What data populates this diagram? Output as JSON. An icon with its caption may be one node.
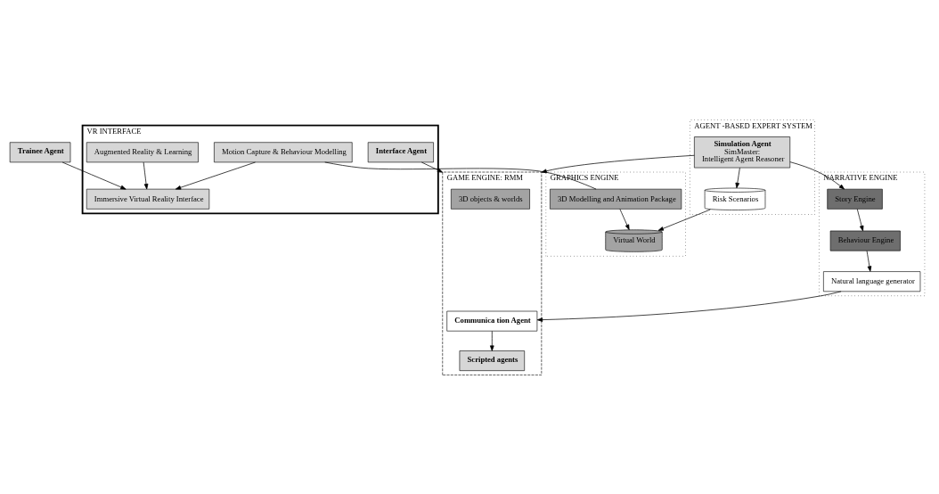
{
  "diagram": {
    "nodes": [
      {
        "text": [
          "GRAPHICS ENGINE"
        ]
      },
      {
        "text": [
          "Virtual World"
        ],
        "in": 0
      },
      {
        "text": [
          "3D Modelling and Animation Package"
        ],
        "in": 0
      },
      {
        "text": [
          "AGENT -BASED EXPERT SYSTEM"
        ]
      },
      {
        "text": [
          "Risk Scenarios"
        ],
        "in": 3
      },
      {
        "text": [
          "Simulation Agent",
          "SimMaster:",
          "Intelligent Agent Reasoner"
        ],
        "in": 3
      },
      {
        "text": [
          "NARRATIVE ENGINE"
        ]
      },
      {
        "text": [
          "Story Engine"
        ],
        "in": 6
      },
      {
        "text": [
          "Behaviour Engine"
        ],
        "in": 6
      },
      {
        "text": [
          "Natural language generator"
        ],
        "in": 6
      },
      {
        "text": [
          "GAME ENGINE: RMM"
        ]
      },
      {
        "text": [
          "3D objects & worlds"
        ],
        "in": 10
      },
      {
        "text": [
          "Scripted agents"
        ],
        "in": 10
      },
      {
        "text": [
          "Communica tion Agent"
        ],
        "in": 10
      },
      {
        "text": [
          "VR INTERFACE"
        ]
      },
      {
        "text": [
          "Motion Capture & Behaviour Modelling"
        ],
        "in": 14
      },
      {
        "text": [
          "Interface Agent"
        ],
        "in": 14
      },
      {
        "text": [
          "Immersive Virtual Reality Interface"
        ],
        "in": 14
      },
      {
        "text": [
          "Augmented Reality & Learning"
        ],
        "in": 14
      },
      {
        "text": [
          "Trainee Agent"
        ]
      }
    ],
    "edges": [
      {
        "from": 5,
        "to": 4,
        "arrow": "to"
      },
      {
        "from": 4,
        "to": 1,
        "arrow": "to"
      },
      {
        "from": 2,
        "to": 1,
        "arrow": "to"
      },
      {
        "from": 5,
        "to": 7,
        "arrow": "to"
      },
      {
        "from": 7,
        "to": 8,
        "arrow": "to"
      },
      {
        "from": 8,
        "to": 9,
        "arrow": "to"
      },
      {
        "from": 5,
        "to": 10,
        "arrow": "to"
      },
      {
        "from": 9,
        "to": 13,
        "arrow": "to"
      },
      {
        "from": 13,
        "to": 12,
        "arrow": "to"
      },
      {
        "from": 15,
        "to": 2,
        "arrow": "none"
      },
      {
        "from": 16,
        "to": 10,
        "arrow": "to"
      },
      {
        "from": 15,
        "to": 17,
        "arrow": "to"
      },
      {
        "from": 18,
        "to": 17,
        "arrow": "to"
      },
      {
        "from": 19,
        "to": 17,
        "arrow": "to"
      }
    ]
  }
}
